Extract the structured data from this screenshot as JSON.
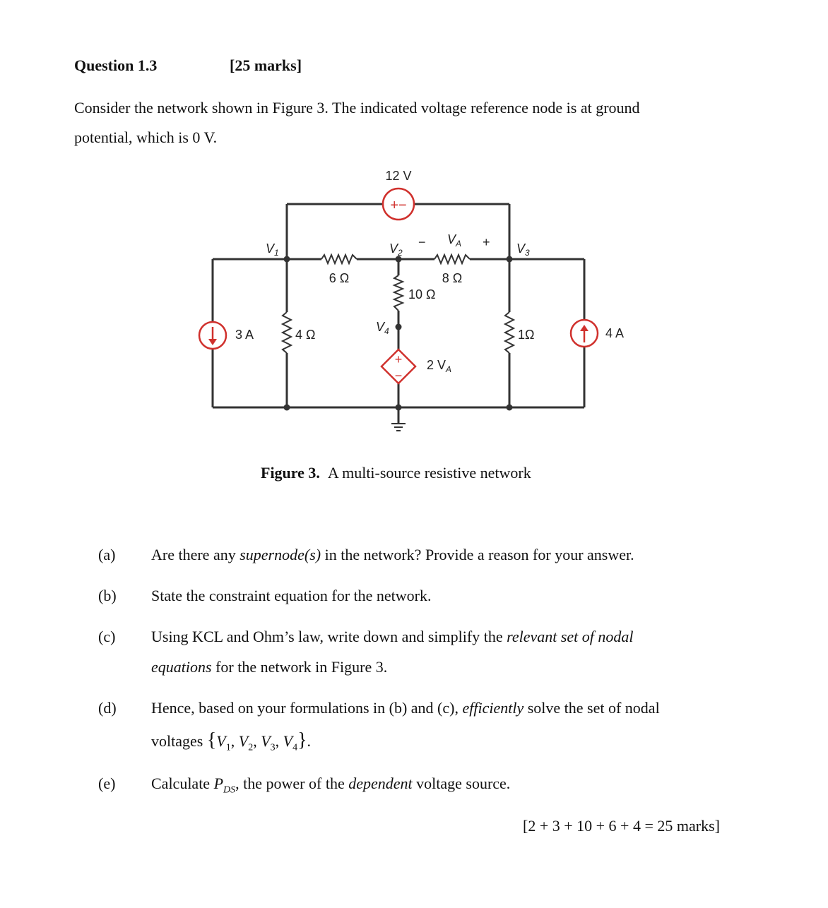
{
  "header": {
    "question_label": "Question 1.3",
    "marks": "[25 marks]"
  },
  "intro": {
    "line1": "Consider the network shown in Figure 3. The indicated voltage reference node is at ground",
    "line2": "potential, which is 0 V."
  },
  "figure": {
    "labels": {
      "v12": "12 V",
      "plus_minus": "+−",
      "V1": "V",
      "V1_sub": "1",
      "V2": "V",
      "V2_sub": "2",
      "minus_sign": "−",
      "VA": "V",
      "VA_sub": "A",
      "plus_sign": "+",
      "V3": "V",
      "V3_sub": "3",
      "r6": "6 Ω",
      "r8": "8 Ω",
      "r10": "10 Ω",
      "i3": "3 A",
      "r4": "4 Ω",
      "V4": "V",
      "V4_sub": "4",
      "r1": "1Ω",
      "i4": "4 A",
      "dep_label": "2 V",
      "dep_label_sub": "A",
      "dep_plus": "+",
      "dep_minus": "−"
    },
    "colors": {
      "wire": "#333333",
      "source": "#d0312d"
    },
    "caption_bold": "Figure 3.",
    "caption_text": "A multi-source resistive network"
  },
  "questions": [
    {
      "label": "(a)",
      "parts": [
        [
          "Are there any ",
          ""
        ],
        [
          "supernode(s)",
          "i"
        ],
        [
          " in the network? Provide a reason for your answer.",
          ""
        ]
      ]
    },
    {
      "label": "(b)",
      "parts": [
        [
          "State the constraint equation for the network.",
          ""
        ]
      ]
    },
    {
      "label": "(c)",
      "parts": [
        [
          "Using KCL and Ohm’s law, write down and simplify the ",
          ""
        ],
        [
          "relevant set of nodal",
          "i"
        ]
      ]
    },
    {
      "label": "",
      "parts": [
        [
          "equations",
          "i"
        ],
        [
          " for the network in Figure 3.",
          ""
        ]
      ]
    },
    {
      "label": "(d)",
      "parts": [
        [
          "Hence, based on your formulations in (b) and (c), ",
          ""
        ],
        [
          "efficiently",
          "i"
        ],
        [
          " solve the set of nodal",
          ""
        ]
      ]
    },
    {
      "label": "",
      "parts": [
        [
          "voltages ",
          ""
        ]
      ]
    },
    {
      "label": "(e)",
      "parts": [
        [
          "Calculate ",
          ""
        ]
      ]
    }
  ],
  "q_d_voltages": {
    "open": "{",
    "items": [
      [
        "V",
        "1"
      ],
      [
        "V",
        "2"
      ],
      [
        "V",
        "3"
      ],
      [
        "V",
        "4"
      ]
    ],
    "sep": ", ",
    "close": "}",
    "end": "."
  },
  "q_e": {
    "P": "P",
    "P_sub": "DS",
    "rest_1": ", the power of the ",
    "rest_italic": "dependent",
    "rest_2": " voltage source."
  },
  "total_marks": "[2 + 3 + 10 + 6 + 4  = 25 marks]"
}
